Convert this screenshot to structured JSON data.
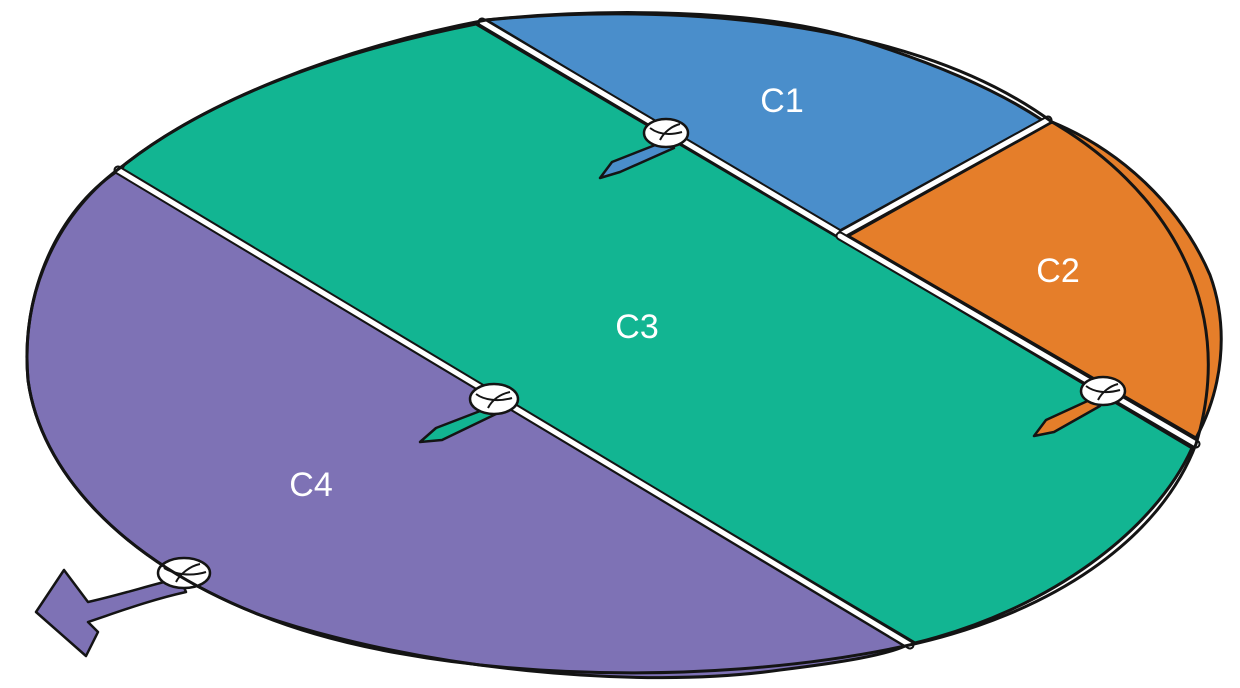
{
  "regions": [
    {
      "id": "C1",
      "label": "C1",
      "color": "#4A8ECB"
    },
    {
      "id": "C2",
      "label": "C2",
      "color": "#E57E2A"
    },
    {
      "id": "C3",
      "label": "C3",
      "color": "#12B592"
    },
    {
      "id": "C4",
      "label": "C4",
      "color": "#7E72B5"
    }
  ],
  "pegs": [
    {
      "id": "peg-c1-c3",
      "icon": "peg-icon",
      "color": "#4A8ECB"
    },
    {
      "id": "peg-c2-c3",
      "icon": "peg-icon",
      "color": "#E57E2A"
    },
    {
      "id": "peg-c3-c4",
      "icon": "peg-icon",
      "color": "#12B592"
    },
    {
      "id": "peg-c4-out",
      "icon": "exit-arrow-icon",
      "color": "#7E72B5"
    }
  ]
}
